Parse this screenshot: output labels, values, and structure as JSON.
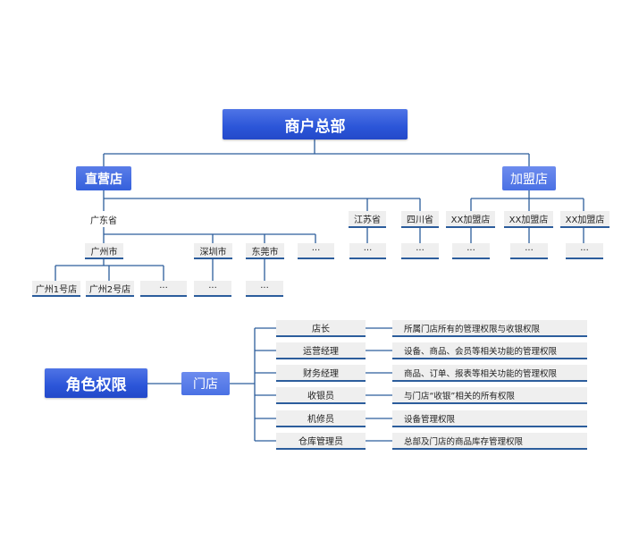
{
  "org": {
    "hq": "商户总部",
    "direct": "直营店",
    "franchise": "加盟店",
    "guangdong": "广东省",
    "jiangsu": "江苏省",
    "sichuan": "四川省",
    "guangzhou": "广州市",
    "shenzhen": "深圳市",
    "dongguan": "东莞市",
    "gz_store1": "广州1号店",
    "gz_store2": "广州2号店",
    "xx_store": "XX加盟店",
    "ellipsis": "···"
  },
  "roles": {
    "title": "角色权限",
    "store": "门店",
    "items": [
      {
        "role": "店长",
        "desc": "所属门店所有的管理权限与收银权限"
      },
      {
        "role": "运营经理",
        "desc": "设备、商品、会员等相关功能的管理权限"
      },
      {
        "role": "财务经理",
        "desc": "商品、订单、报表等相关功能的管理权限"
      },
      {
        "role": "收银员",
        "desc": "与门店“收银”相关的所有权限"
      },
      {
        "role": "机修员",
        "desc": "设备管理权限"
      },
      {
        "role": "仓库管理员",
        "desc": "总部及门店的商品库存管理权限"
      }
    ]
  },
  "colors": {
    "line": "#2c5d9c",
    "node_blue": "#2b55d8",
    "node_gray": "#efefef"
  }
}
